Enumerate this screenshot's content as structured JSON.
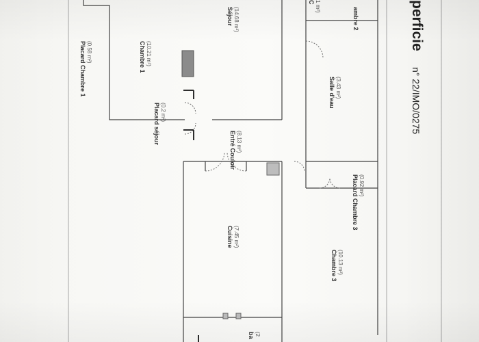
{
  "document": {
    "title_fragment": "perficie",
    "reference": "n° 22/IMO/0275"
  },
  "rooms": {
    "wc": {
      "label": "C",
      "area": "1 m²)"
    },
    "chambre2": {
      "label": "ambre 2"
    },
    "sejour": {
      "label": "Séjour",
      "area": "(14.68 m²)"
    },
    "placard_chambre_1": {
      "label": "Placard Chambre 1",
      "area": "(0.58 m²)"
    },
    "chambre1": {
      "label": "Chambre 1",
      "area": "(10.21 m²)"
    },
    "salle_eau": {
      "label": "Salle d'eau",
      "area": "(3.43 m²)"
    },
    "placard_sejour": {
      "label": "Placard séjour",
      "area": "(0.2 m²)"
    },
    "entree_couloir": {
      "label": "Entré Couloir",
      "area": "(8.13 m²)"
    },
    "placard_chambre_3": {
      "label": "Placard Chambre 3",
      "area": "(0.92 m²)"
    },
    "cuisine": {
      "label": "Cuisine",
      "area": "(7.45 m²)"
    },
    "chambre3": {
      "label": "Chambre 3",
      "area": "(10.13 m²)"
    },
    "bottom_partial": {
      "label": "ba",
      "area": "(2"
    }
  },
  "colors": {
    "paper": "#f7f7f4",
    "wall": "#414141",
    "label": "#333333"
  }
}
